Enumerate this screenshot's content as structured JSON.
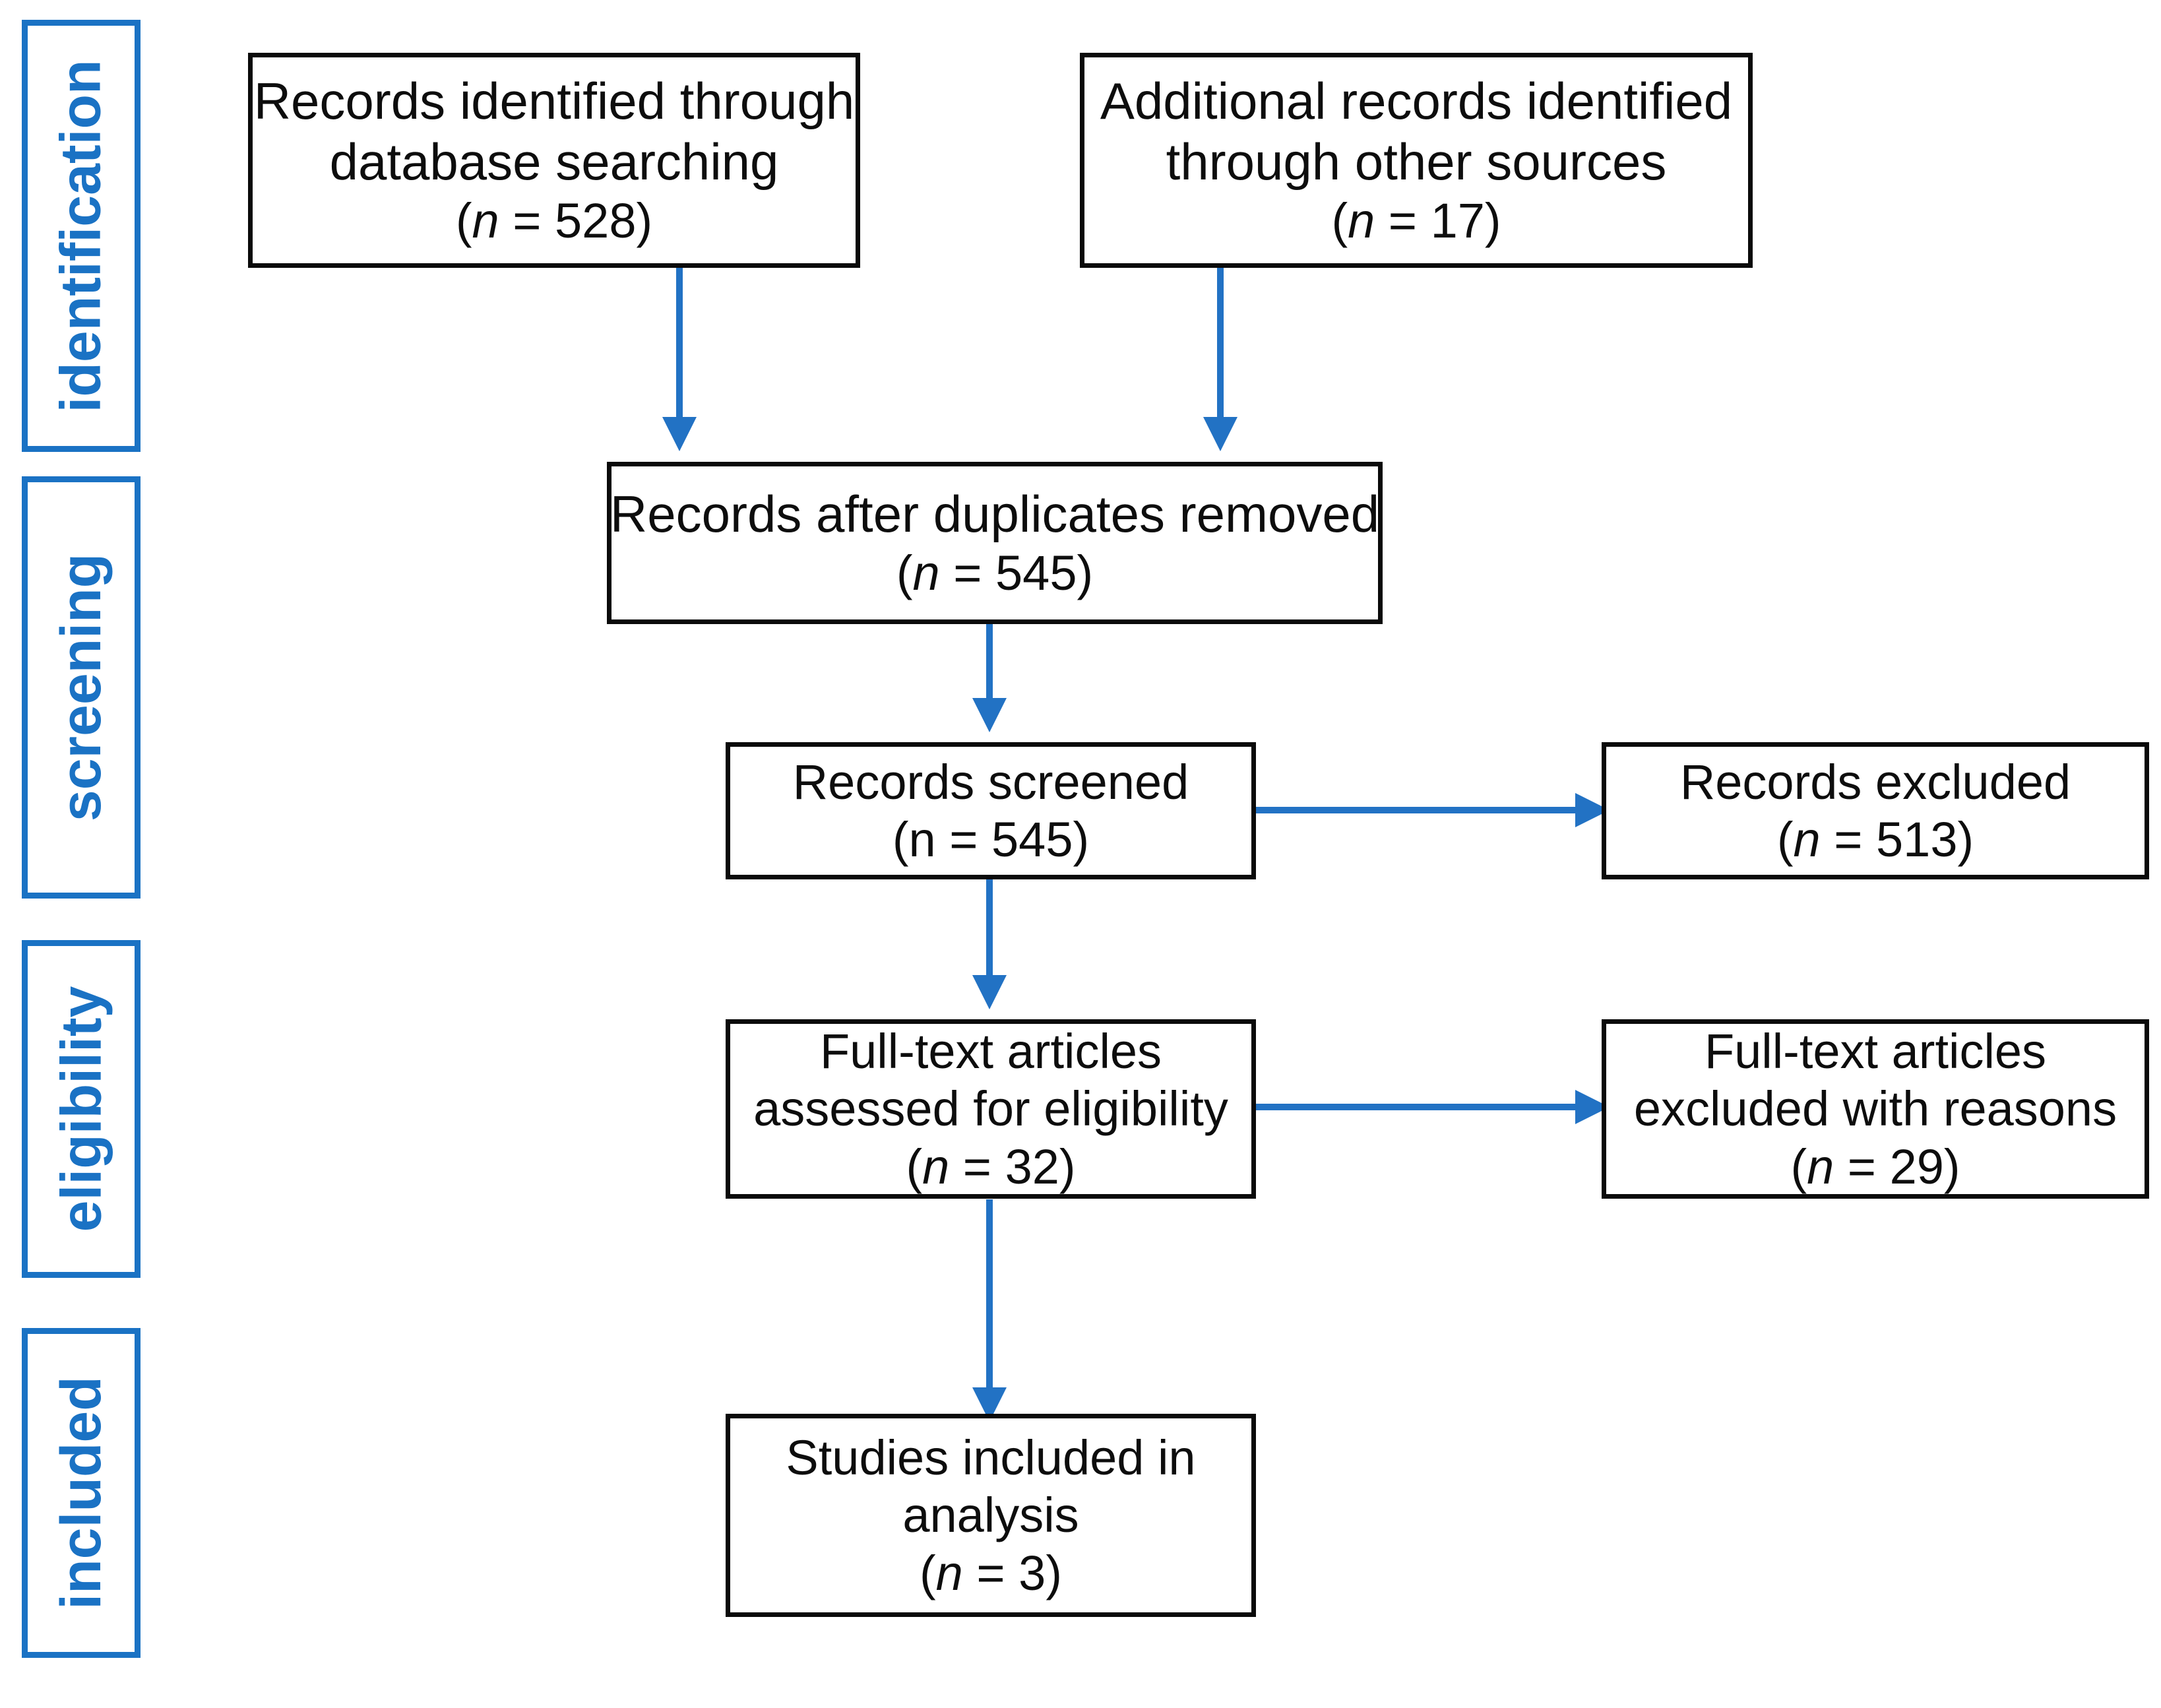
{
  "diagram": {
    "title": "PRISMA flow diagram",
    "accent_color": "#1a72c4",
    "box_border_color": "#0a0a0a",
    "background": "#ffffff"
  },
  "stages": [
    {
      "id": "identification",
      "label": "identification"
    },
    {
      "id": "screening",
      "label": "screening"
    },
    {
      "id": "eligibility",
      "label": "eligibility"
    },
    {
      "id": "included",
      "label": "included"
    }
  ],
  "boxes": {
    "records_identified": {
      "line1": "Records identified through",
      "line2": "database searching",
      "n_prefix": "(",
      "n_symbol": "n",
      "n_equals": " = ",
      "n_value": "528",
      "n_suffix": ")",
      "n_italic": true,
      "n_text": "(n = 528)"
    },
    "additional_records": {
      "line1": "Additional records identified",
      "line2": "through other sources",
      "n_symbol": "n",
      "n_value": "17",
      "n_italic": true,
      "n_text": "(n = 17)"
    },
    "duplicates_removed": {
      "line1": "Records after duplicates removed",
      "line2": "",
      "n_symbol": "n",
      "n_value": "545",
      "n_italic": true,
      "n_text": "(n = 545)"
    },
    "records_screened": {
      "line1": "Records screened",
      "line2": "",
      "n_symbol": "n",
      "n_value": "545",
      "n_italic": false,
      "n_text": "(n = 545)"
    },
    "records_excluded": {
      "line1": "Records excluded",
      "line2": "",
      "n_symbol": "n",
      "n_value": "513",
      "n_italic": true,
      "n_text": "(n = 513)"
    },
    "fulltext_assessed": {
      "line1": "Full-text articles",
      "line2": "assessed for eligibility",
      "n_symbol": "n",
      "n_value": "32",
      "n_italic": true,
      "n_text": "(n = 32)"
    },
    "fulltext_excluded": {
      "line1": "Full-text articles",
      "line2": "excluded with reasons",
      "n_symbol": "n",
      "n_value": "29",
      "n_italic": true,
      "n_text": "(n = 29)"
    },
    "studies_included": {
      "line1": "Studies included in",
      "line2": "analysis",
      "n_symbol": "n",
      "n_value": "3",
      "n_italic": true,
      "n_text": "(n = 3)"
    }
  },
  "chart_data": {
    "type": "diagram",
    "title": "PRISMA flow diagram",
    "stages": [
      "identification",
      "screening",
      "eligibility",
      "included"
    ],
    "nodes": [
      {
        "id": "records_identified",
        "stage": "identification",
        "label": "Records identified through database searching",
        "n": 528
      },
      {
        "id": "additional_records",
        "stage": "identification",
        "label": "Additional records identified through other sources",
        "n": 17
      },
      {
        "id": "duplicates_removed",
        "stage": "screening",
        "label": "Records after duplicates removed",
        "n": 545
      },
      {
        "id": "records_screened",
        "stage": "screening",
        "label": "Records screened",
        "n": 545
      },
      {
        "id": "records_excluded",
        "stage": "screening",
        "label": "Records excluded",
        "n": 513
      },
      {
        "id": "fulltext_assessed",
        "stage": "eligibility",
        "label": "Full-text articles assessed for eligibility",
        "n": 32
      },
      {
        "id": "fulltext_excluded",
        "stage": "eligibility",
        "label": "Full-text articles excluded with reasons",
        "n": 29
      },
      {
        "id": "studies_included",
        "stage": "included",
        "label": "Studies included in analysis",
        "n": 3
      }
    ],
    "edges": [
      {
        "from": "records_identified",
        "to": "duplicates_removed",
        "direction": "down"
      },
      {
        "from": "additional_records",
        "to": "duplicates_removed",
        "direction": "down"
      },
      {
        "from": "duplicates_removed",
        "to": "records_screened",
        "direction": "down"
      },
      {
        "from": "records_screened",
        "to": "records_excluded",
        "direction": "right"
      },
      {
        "from": "records_screened",
        "to": "fulltext_assessed",
        "direction": "down"
      },
      {
        "from": "fulltext_assessed",
        "to": "fulltext_excluded",
        "direction": "right"
      },
      {
        "from": "fulltext_assessed",
        "to": "studies_included",
        "direction": "down"
      }
    ],
    "arrow_color": "#2272c4"
  }
}
